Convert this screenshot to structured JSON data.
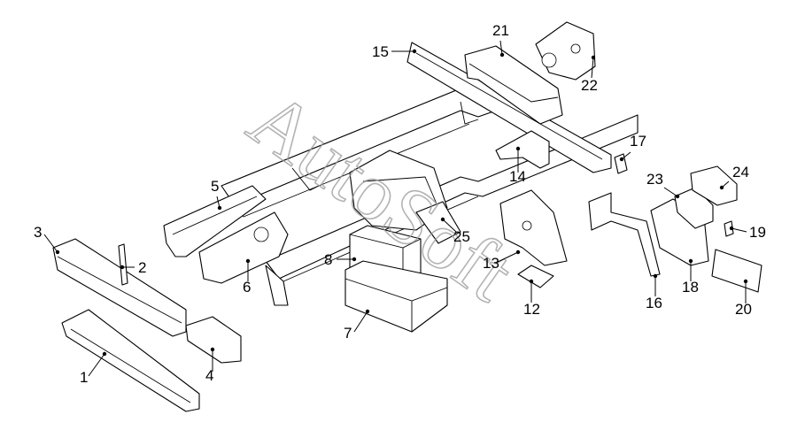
{
  "diagram": {
    "watermark": "AutoSoft",
    "callouts": [
      {
        "id": "1",
        "label": "1"
      },
      {
        "id": "2",
        "label": "2"
      },
      {
        "id": "3",
        "label": "3"
      },
      {
        "id": "4",
        "label": "4"
      },
      {
        "id": "5",
        "label": "5"
      },
      {
        "id": "6",
        "label": "6"
      },
      {
        "id": "7",
        "label": "7"
      },
      {
        "id": "8",
        "label": "8"
      },
      {
        "id": "12",
        "label": "12"
      },
      {
        "id": "13",
        "label": "13"
      },
      {
        "id": "14",
        "label": "14"
      },
      {
        "id": "15",
        "label": "15"
      },
      {
        "id": "16",
        "label": "16"
      },
      {
        "id": "17",
        "label": "17"
      },
      {
        "id": "18",
        "label": "18"
      },
      {
        "id": "19",
        "label": "19"
      },
      {
        "id": "20",
        "label": "20"
      },
      {
        "id": "21",
        "label": "21"
      },
      {
        "id": "22",
        "label": "22"
      },
      {
        "id": "23",
        "label": "23"
      },
      {
        "id": "24",
        "label": "24"
      },
      {
        "id": "25",
        "label": "25"
      }
    ]
  }
}
